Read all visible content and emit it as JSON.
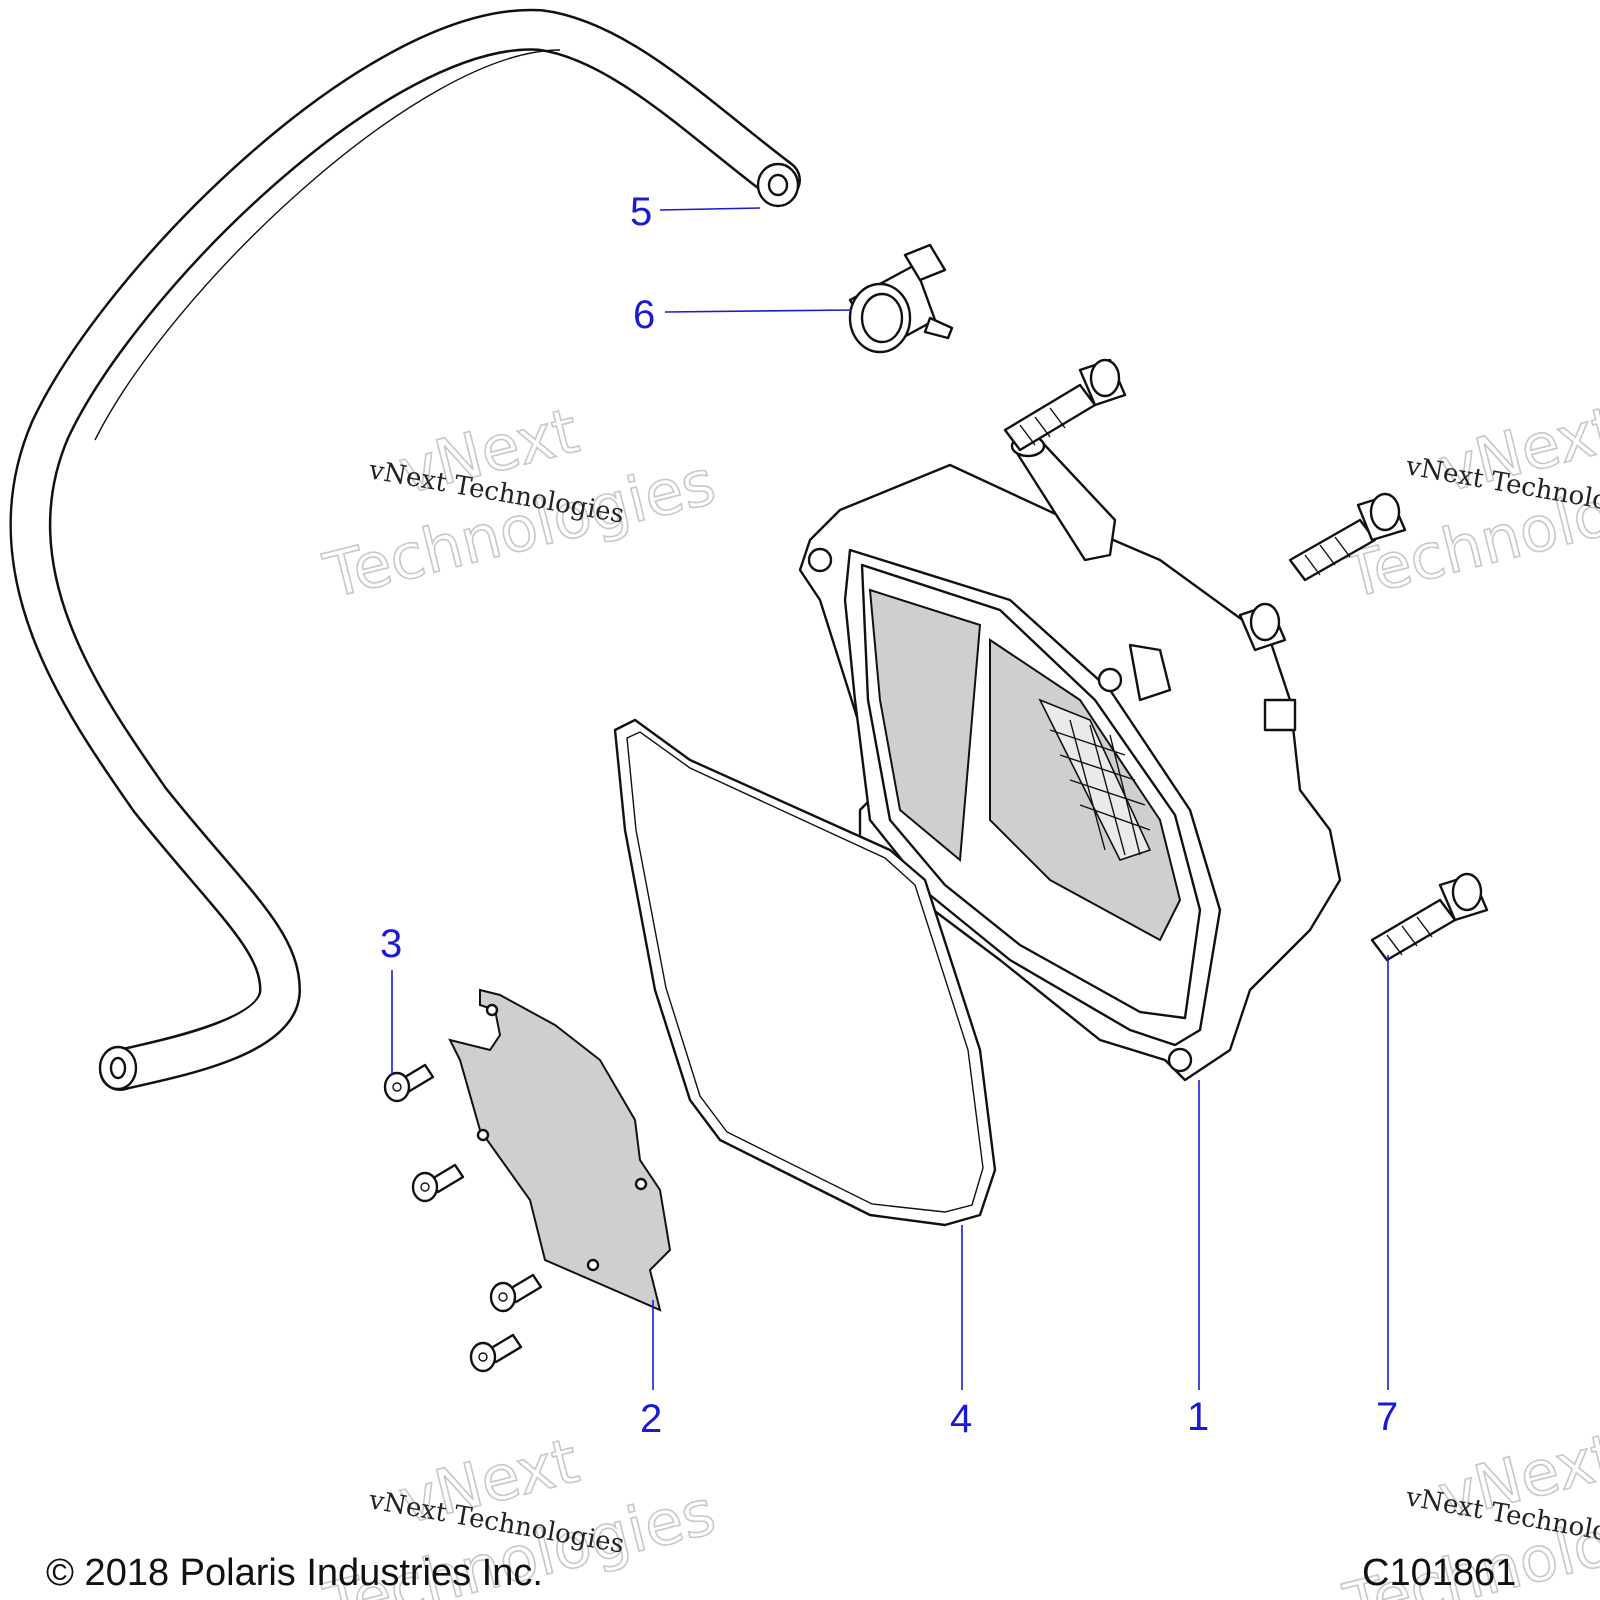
{
  "callouts": {
    "c1": "1",
    "c2": "2",
    "c3": "3",
    "c4": "4",
    "c5": "5",
    "c6": "6",
    "c7": "7"
  },
  "watermark": {
    "small": "vNext Technologies",
    "big_line1": "vNext",
    "big_line2": "Technologies"
  },
  "footer": {
    "copyright": "© 2018 Polaris Industries Inc.",
    "figure_id": "C101861"
  },
  "colors": {
    "callout": "#1a1ad6",
    "line": "#111111",
    "shade": "#cfcfcf"
  }
}
